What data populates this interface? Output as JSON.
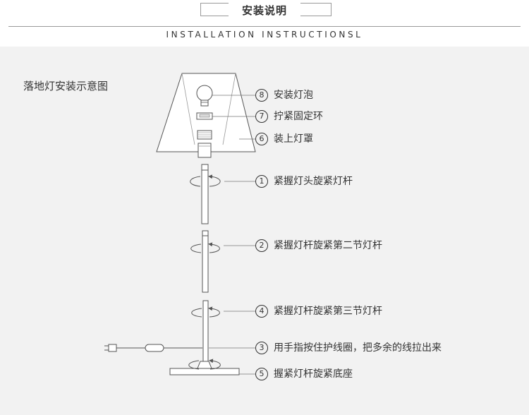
{
  "header": {
    "title": "安装说明",
    "subtitle": "INSTALLATION INSTRUCTIONSL"
  },
  "diagram_title": "落地灯安装示意图",
  "steps": [
    {
      "num": "8",
      "text": "安装灯泡"
    },
    {
      "num": "7",
      "text": "拧紧固定环"
    },
    {
      "num": "6",
      "text": "装上灯罩"
    },
    {
      "num": "1",
      "text": "紧握灯头旋紧灯杆"
    },
    {
      "num": "2",
      "text": "紧握灯杆旋紧第二节灯杆"
    },
    {
      "num": "4",
      "text": "紧握灯杆旋紧第三节灯杆"
    },
    {
      "num": "3",
      "text": "用手指按住护线圈，把多余的线拉出来"
    },
    {
      "num": "5",
      "text": "握紧灯杆旋紧底座"
    }
  ],
  "colors": {
    "background": "#f2f2f2",
    "line": "#555555"
  }
}
